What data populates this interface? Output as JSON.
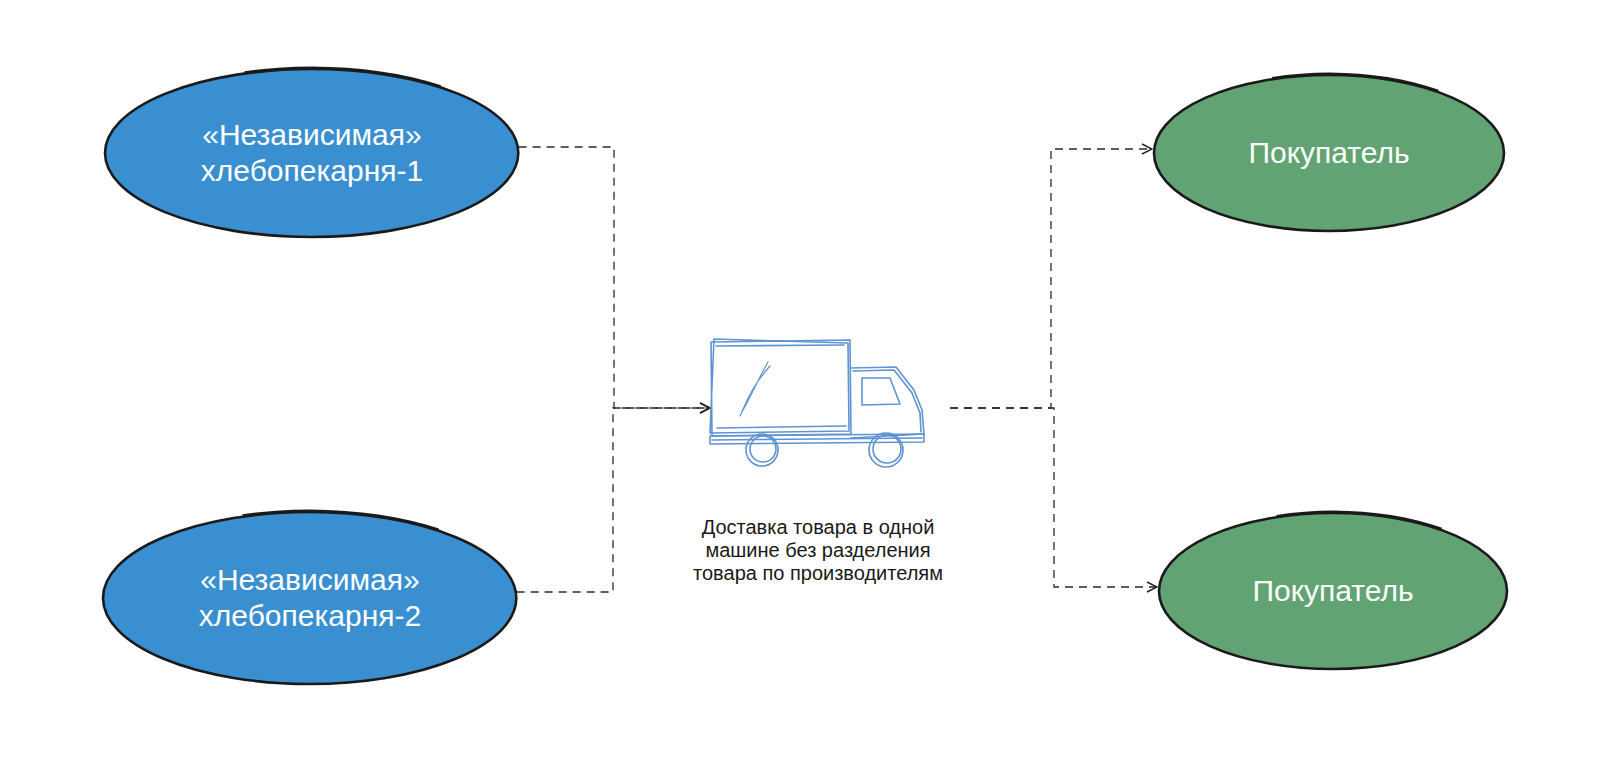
{
  "diagram": {
    "nodes": [
      {
        "text": [
          "«Независимая» хлебопекарня-1"
        ]
      },
      {
        "text": [
          "«Независимая» хлебопекарня-2"
        ]
      },
      {
        "text": [
          "Доставка товара в одной машине без разделения товара по производителям"
        ]
      },
      {
        "text": [
          "Покупатель"
        ]
      },
      {
        "text": [
          "Покупатель"
        ]
      }
    ],
    "edges": [
      {
        "from": 0,
        "to": 2,
        "arrow": "to"
      },
      {
        "from": 1,
        "to": 2,
        "arrow": "to"
      },
      {
        "from": 2,
        "to": 3,
        "arrow": "to"
      },
      {
        "from": 2,
        "to": 4,
        "arrow": "to"
      }
    ]
  }
}
